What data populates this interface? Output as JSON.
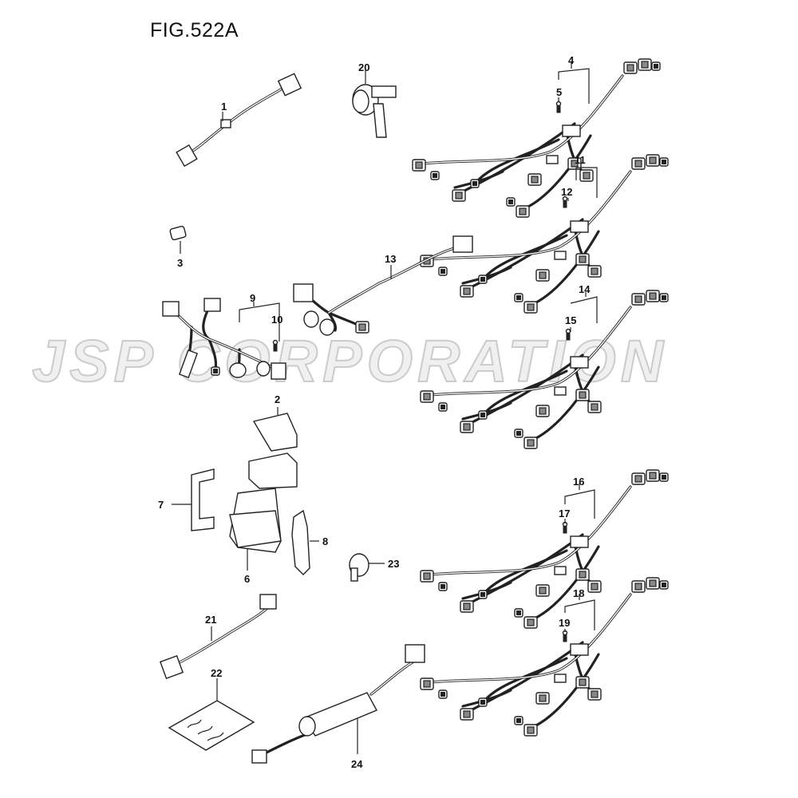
{
  "figure": {
    "title": "FIG.522A",
    "watermark": "JSP CORPORATION"
  },
  "callouts": {
    "c1": "1",
    "c2": "2",
    "c3": "3",
    "c4": "4",
    "c5": "5",
    "c6": "6",
    "c7": "7",
    "c8": "8",
    "c9": "9",
    "c10": "10",
    "c11": "11",
    "c12": "12",
    "c13": "13",
    "c14": "14",
    "c15": "15",
    "c16": "16",
    "c17": "17",
    "c18": "18",
    "c19": "19",
    "c20": "20",
    "c21": "21",
    "c22": "22",
    "c23": "23",
    "c24": "24"
  }
}
